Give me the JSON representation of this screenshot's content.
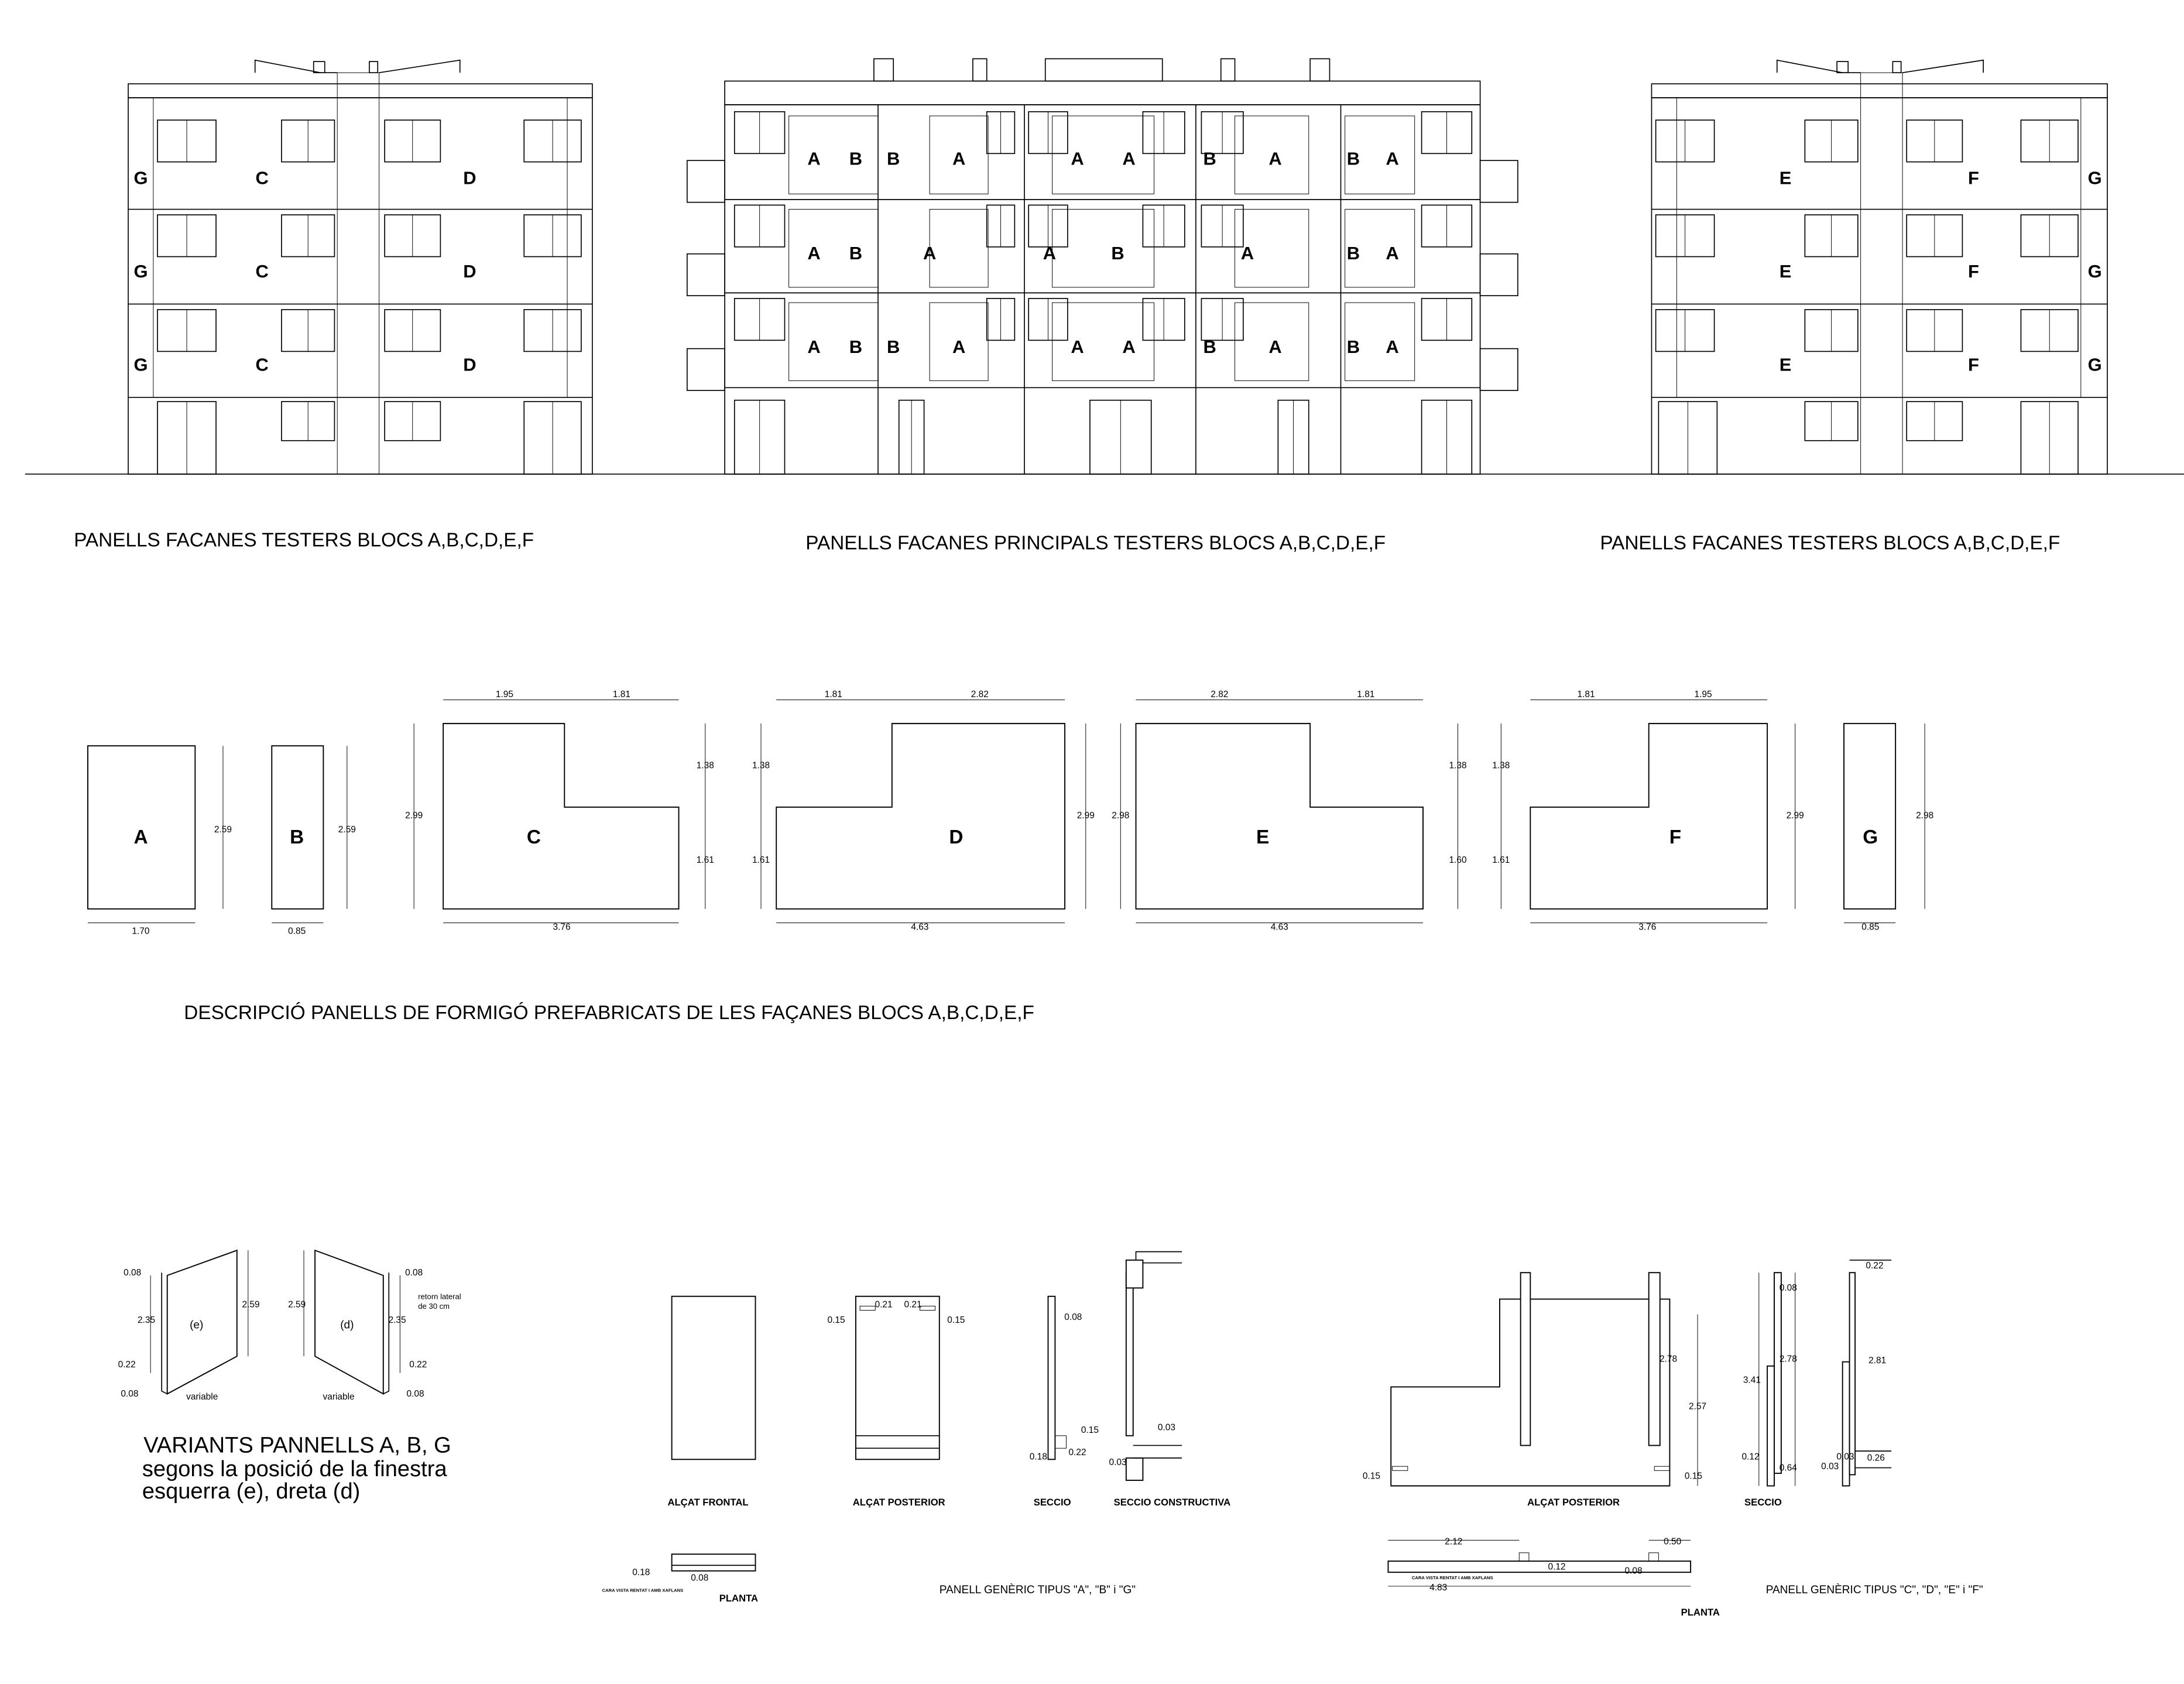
{
  "facades": {
    "left_title": "PANELLS FACANES TESTERS BLOCS A,B,C,D,E,F",
    "main_title": "PANELLS FACANES PRINCIPALS TESTERS BLOCS A,B,C,D,E,F",
    "right_title": "PANELLS FACANES TESTERS BLOCS A,B,C,D,E,F",
    "left_rows": [
      [
        "G",
        "C",
        "D"
      ],
      [
        "G",
        "C",
        "D"
      ],
      [
        "G",
        "C",
        "D"
      ]
    ],
    "main_rows": [
      [
        "A",
        "B",
        "B",
        "A",
        "A",
        "A",
        "B",
        "A",
        "B",
        "A"
      ],
      [
        "A",
        "B",
        "A",
        "A",
        "B",
        "A",
        "B",
        "A"
      ],
      [
        "A",
        "B",
        "B",
        "A",
        "A",
        "A",
        "B",
        "A",
        "B",
        "A"
      ]
    ],
    "right_rows": [
      [
        "E",
        "F",
        "G"
      ],
      [
        "E",
        "F",
        "G"
      ],
      [
        "E",
        "F",
        "G"
      ]
    ]
  },
  "panels": {
    "title": "DESCRIPCIÓ PANELLS DE FORMIGÓ PREFABRICATS DE LES FAÇANES  BLOCS A,B,C,D,E,F",
    "A": {
      "label": "A",
      "height": "2.59",
      "width": "1.70"
    },
    "B": {
      "label": "B",
      "height": "2.59",
      "width": "0.85"
    },
    "C": {
      "label": "C",
      "top": [
        "1.95",
        "1.81"
      ],
      "left": "2.99",
      "right": [
        "1.38",
        "1.61"
      ],
      "width": "3.76"
    },
    "D": {
      "label": "D",
      "top": [
        "1.81",
        "2.82"
      ],
      "left": [
        "1.38",
        "1.61"
      ],
      "right": "2.99",
      "width": "4.63"
    },
    "E": {
      "label": "E",
      "top": [
        "2.82",
        "1.81"
      ],
      "left": "2.98",
      "right": [
        "1.38",
        "1.60"
      ],
      "width": "4.63"
    },
    "F": {
      "label": "F",
      "top": [
        "1.81",
        "1.95"
      ],
      "left": [
        "1.38",
        "1.61"
      ],
      "right": "2.99",
      "width": "3.76"
    },
    "G": {
      "label": "G",
      "height": "2.98",
      "width": "0.85"
    }
  },
  "variants": {
    "e": {
      "label": "(e)",
      "top": "0.08",
      "side": "2.35",
      "height": "2.59",
      "lower": "0.22",
      "bottom": "0.08",
      "width": "variable"
    },
    "d": {
      "label": "(d)",
      "top": "0.08",
      "side": "2.35",
      "height": "2.59",
      "lower": "0.22",
      "bottom": "0.08",
      "width": "variable",
      "note1": "retorn lateral",
      "note2": "de 30 cm"
    },
    "caption1": "VARIANTS PANNELLS A, B, G",
    "caption2": "segons la posició de la finestra",
    "caption3": "esquerra (e), dreta (d)"
  },
  "generic_abg": {
    "title": "PANELL GENÈRIC TIPUS \"A\", \"B\" i \"G\"",
    "front_label": "ALÇAT FRONTAL",
    "rear_label": "ALÇAT POSTERIOR",
    "rear_dims": [
      "0.15",
      "0.21",
      "0.21",
      "0.15"
    ],
    "section_label": "SECCIO",
    "section_dims": [
      "0.08",
      "0.15",
      "0.22",
      "0.18"
    ],
    "constr_label": "SECCIO CONSTRUCTIVA",
    "constr_dims": [
      "0.03",
      "0.03"
    ],
    "plan_label": "PLANTA",
    "plan_dims": [
      "0.18",
      "0.08"
    ],
    "plan_note": "CARA VISTA RENTAT I AMB XAFLANS"
  },
  "generic_cdef": {
    "title": "PANELL GENÈRIC TIPUS \"C\", \"D\", \"E\" i \"F\"",
    "rear_label": "ALÇAT POSTERIOR",
    "rear_dims": [
      "2.78",
      "2.57",
      "0.15",
      "0.15"
    ],
    "section_label": "SECCIO",
    "section_dims": [
      "3.41",
      "0.08",
      "2.78",
      "0.12",
      "0.64"
    ],
    "section2_dims": [
      "0.22",
      "2.81",
      "0.03",
      "0.26",
      "0.03"
    ],
    "plan_label": "PLANTA",
    "plan_dims": [
      "2.12",
      "0.50",
      "0.12",
      "0.08",
      "4.83"
    ],
    "plan_note": "CARA VISTA RENTAT I AMB XAFLANS"
  }
}
